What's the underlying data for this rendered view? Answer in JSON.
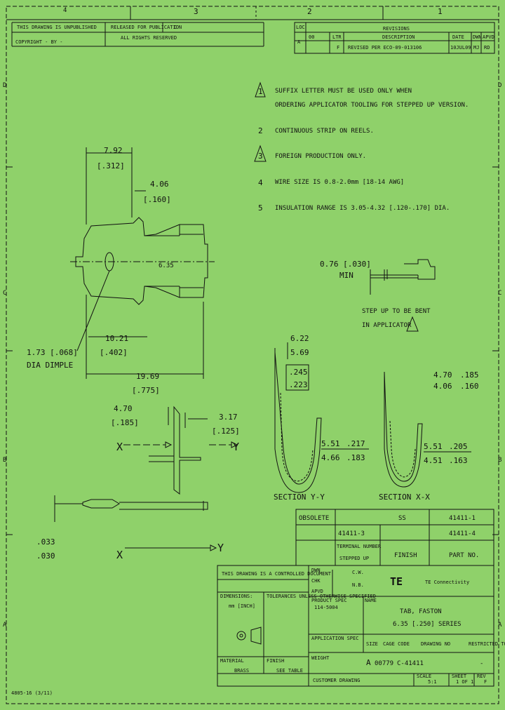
{
  "zones": {
    "top": [
      "4",
      "3",
      "2",
      "1"
    ],
    "left": [
      "D",
      "C",
      "B",
      "A"
    ],
    "right": [
      "D",
      "C",
      "B",
      "A"
    ]
  },
  "header_left": {
    "row1": "THIS DRAWING IS UNPUBLISHED",
    "row2": "RELEASED FOR PUBLICATION",
    "row3": "ALL RIGHTS RESERVED",
    "row1_right": "C",
    "copyright": "COPYRIGHT  -  BY  -"
  },
  "revisions": {
    "title": "REVISIONS",
    "loc_label": "LOC",
    "dist": "00",
    "col_ltr": "LTR",
    "col_desc": "DESCRIPTION",
    "col_date": "DATE",
    "col_dwn": "DWN",
    "col_apvd": "APVD",
    "row_ltr": "F",
    "row_desc": "REVISED PER ECO-09-013106",
    "row_date": "10JUL09",
    "row_dwn": "MJ",
    "row_apvd": "RD",
    "loc_letter": "A"
  },
  "notes": [
    {
      "num": "1",
      "text": "SUFFIX LETTER MUST BE USED ONLY WHEN\nORDERING APPLICATOR TOOLING FOR STEPPED UP VERSION."
    },
    {
      "num": "2",
      "text": "CONTINUOUS STRIP ON REELS."
    },
    {
      "num": "3",
      "text": "FOREIGN PRODUCTION ONLY."
    },
    {
      "num": "4",
      "text": "WIRE SIZE IS 0.8-2.0mm  [18-14 AWG]"
    },
    {
      "num": "5",
      "text": "INSULATION RANGE IS 3.05-4.32 [.120-.170] DIA."
    }
  ],
  "dims": {
    "d_792": "7.92",
    "d_312": "[.312]",
    "d_406": "4.06",
    "d_160": "[.160]",
    "d_635": "6.35",
    "d_076": "0.76 [.030]",
    "d_min": "MIN",
    "d_1021": "10.21",
    "d_402": "[.402]",
    "d_173": "1.73 [.068]",
    "d_dia": "DIA DIMPLE",
    "d_1969": "19.69",
    "d_775": "[.775]",
    "d_470": "4.70",
    "d_185": "[.185]",
    "d_317": "3.17",
    "d_125": "[.125]",
    "d_033": ".033",
    "d_030": ".030",
    "step1": "STEP UP TO BE BENT",
    "step2": "IN APPLICATOR",
    "y_622": "6.22",
    "y_569": "5.69",
    "y_245": ".245",
    "y_223": ".223",
    "y_551": "5.51",
    "y_466": "4.66",
    "y_217": ".217",
    "y_183": ".183",
    "x_470": "4.70",
    "x_406": "4.06",
    "x_185": ".185",
    "x_160": ".160",
    "x_521": "5.51",
    "x_451": "4.51",
    "x_205": ".205",
    "x_177": ".163",
    "sec_yy": "SECTION  Y-Y",
    "sec_xx": "SECTION  X-X",
    "x_label": "X",
    "y_label": "Y"
  },
  "obsolete": {
    "label": "OBSOLETE",
    "val1": "SS",
    "val2": "41411-1",
    "r2a": "41411-3",
    "r2b": "41411-4"
  },
  "part_table": {
    "hdr1": "TERMINAL NUMBER",
    "hdr1b": "STEPPED UP",
    "hdr2": "FINISH",
    "hdr3": "PART NO."
  },
  "title_block": {
    "controlled": "THIS DRAWING IS A CONTROLLED DOCUMENT.",
    "dwn": "DWN",
    "chk": "CHK",
    "appvd": "APVD",
    "name1": "C.W.",
    "name2": "N.B.",
    "dims_label": "DIMENSIONS:",
    "mm": "mm [INCH]",
    "tol": "TOLERANCES UNLESS OTHERWISE SPECIFIED",
    "product_spec": "PRODUCT SPEC",
    "product_spec_val": "114-5004",
    "appl_spec": "APPLICATION SPEC",
    "weight": "WEIGHT",
    "company": "TE Connectivity",
    "logo": "TE",
    "name": "NAME",
    "title1": "TAB, FASTON",
    "title2": "6.35 [.250] SERIES",
    "size": "SIZE",
    "cage": "CAGE CODE",
    "dwg_no": "DRAWING NO",
    "rest_level": "RESTRICTED TO",
    "size_val": "A",
    "cage_val": "00779",
    "dwg_val": "C-41411",
    "rest_val": "-",
    "material": "MATERIAL",
    "finish": "FINISH",
    "brass": "BRASS",
    "see_table": "SEE TABLE",
    "customer": "CUSTOMER DRAWING",
    "scale_label": "SCALE",
    "scale_val": "5:1",
    "sheet_label": "SHEET",
    "sheet_val": "1 OF 1",
    "rev_label": "REV",
    "rev_val": "F",
    "form": "4805-16 (3/11)"
  }
}
